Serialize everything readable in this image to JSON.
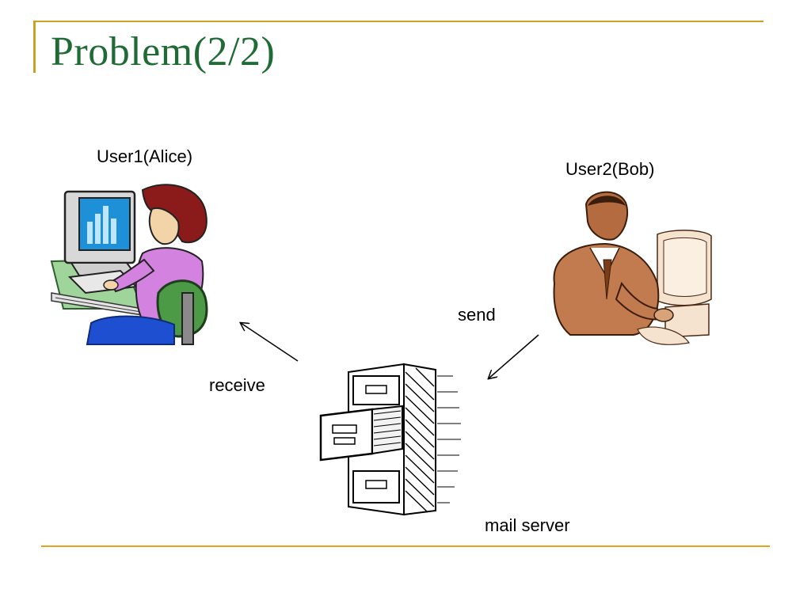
{
  "slide": {
    "title": "Problem(2/2)"
  },
  "diagram": {
    "user1_label": "User1(Alice)",
    "user2_label": "User2(Bob)",
    "send_label": "send",
    "receive_label": "receive",
    "server_label": "mail server"
  },
  "colors": {
    "title": "#1f6b35",
    "accent_rule": "#e0a421"
  }
}
